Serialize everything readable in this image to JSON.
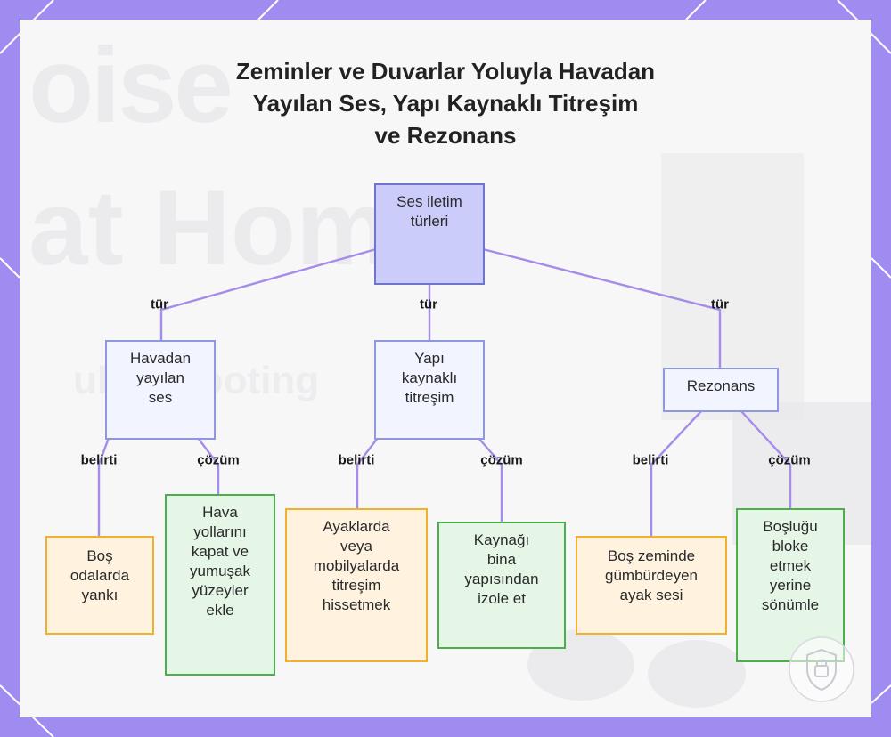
{
  "title_lines": [
    "Zeminler ve Duvarlar Yoluyla Havadan",
    "Yayılan Ses, Yapı Kaynaklı Titreşim",
    "ve Rezonans"
  ],
  "colors": {
    "frame": "#a08cf0",
    "edge": "#a58ce8",
    "root_fill": "#ccccfa",
    "category_fill": "#f2f4ff",
    "symptom_fill": "#fff3e0",
    "symptom_border": "#f0b030",
    "solution_fill": "#e6f6e6",
    "solution_border": "#4cae4c"
  },
  "nodes": {
    "root": {
      "lines": [
        "Ses iletim",
        "türleri"
      ]
    },
    "airborne": {
      "lines": [
        "Havadan",
        "yayılan",
        "ses"
      ]
    },
    "structure": {
      "lines": [
        "Yapı",
        "kaynaklı",
        "titreşim"
      ]
    },
    "resonance": {
      "lines": [
        "Rezonans"
      ]
    },
    "airborne_symptom": {
      "lines": [
        "Boş",
        "odalarda",
        "yankı"
      ]
    },
    "airborne_solution": {
      "lines": [
        "Hava",
        "yollarını",
        "kapat ve",
        "yumuşak",
        "yüzeyler",
        "ekle"
      ]
    },
    "structure_symptom": {
      "lines": [
        "Ayaklarda",
        "veya",
        "mobilyalarda",
        "titreşim",
        "hissetmek"
      ]
    },
    "structure_solution": {
      "lines": [
        "Kaynağı",
        "bina",
        "yapısından",
        "izole et"
      ]
    },
    "resonance_symptom": {
      "lines": [
        "Boş zeminde",
        "gümbürdeyen",
        "ayak sesi"
      ]
    },
    "resonance_solution": {
      "lines": [
        "Boşluğu",
        "bloke",
        "etmek",
        "yerine",
        "sönümle"
      ]
    }
  },
  "edge_labels": {
    "type": "tür",
    "symptom": "belirti",
    "solution": "çözüm"
  }
}
